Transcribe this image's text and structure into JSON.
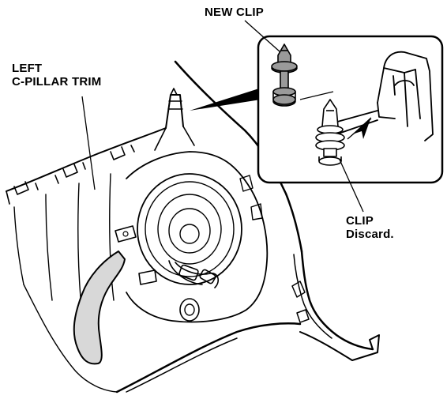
{
  "labels": {
    "new_clip": "NEW CLIP",
    "left_trim_line1": "LEFT",
    "left_trim_line2": "C-PILLAR TRIM",
    "clip_line1": "CLIP",
    "clip_line2": "Discard."
  },
  "colors": {
    "line": "#000000",
    "background": "#ffffff",
    "new_clip_fill": "#9a9a9a",
    "new_clip_dark": "#5a5a5a"
  }
}
